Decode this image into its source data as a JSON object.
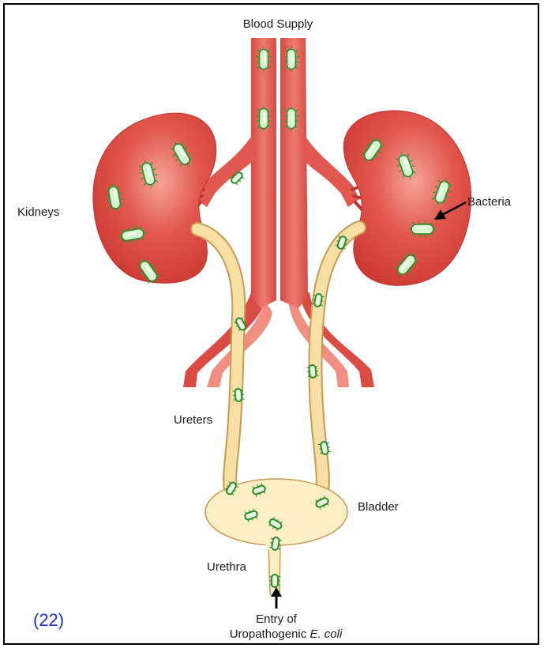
{
  "labels": {
    "blood_supply": "Blood Supply",
    "kidneys": "Kidneys",
    "bacteria": "Bacteria",
    "ureters": "Ureters",
    "bladder": "Bladder",
    "urethra": "Urethra",
    "entry_line1": "Entry of",
    "entry_prefix": "Uropathogenic ",
    "entry_species": "E. coli"
  },
  "figure_number": "(22)",
  "colors": {
    "kidney": "#d9433d",
    "kidney_light": "#f08a7a",
    "vessel": "#e0584f",
    "vessel_dark": "#c43e36",
    "ureter": "#f8dfa4",
    "ureter_edge": "#c79a52",
    "bladder": "#fcefc6",
    "bacterium": "#d8f7d0",
    "bacterium_edge": "#2b8a2b",
    "figure_number": "#1f2fd0"
  }
}
